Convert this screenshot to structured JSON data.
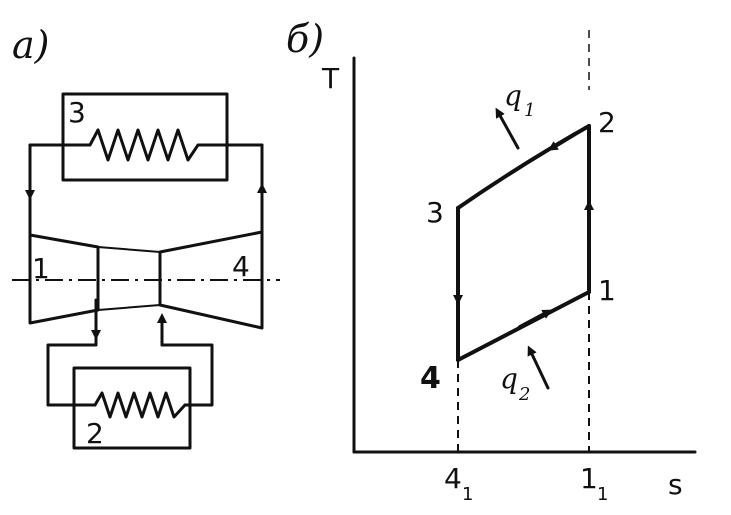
{
  "panel_a": {
    "label": "а)",
    "heater_label": "3",
    "cooler_label": "2",
    "compressor_label": "1",
    "turbine_label": "4"
  },
  "panel_b": {
    "label": "б)",
    "y_axis_label": "T",
    "x_axis_label": "s",
    "points": {
      "p1": "1",
      "p2": "2",
      "p3": "3",
      "p4": "4"
    },
    "heat_in_label": "q",
    "heat_in_sub": "1",
    "heat_out_label": "q",
    "heat_out_sub": "2",
    "tick_4": "4",
    "tick_4_sub": "1",
    "tick_1": "1",
    "tick_1_sub": "1"
  }
}
